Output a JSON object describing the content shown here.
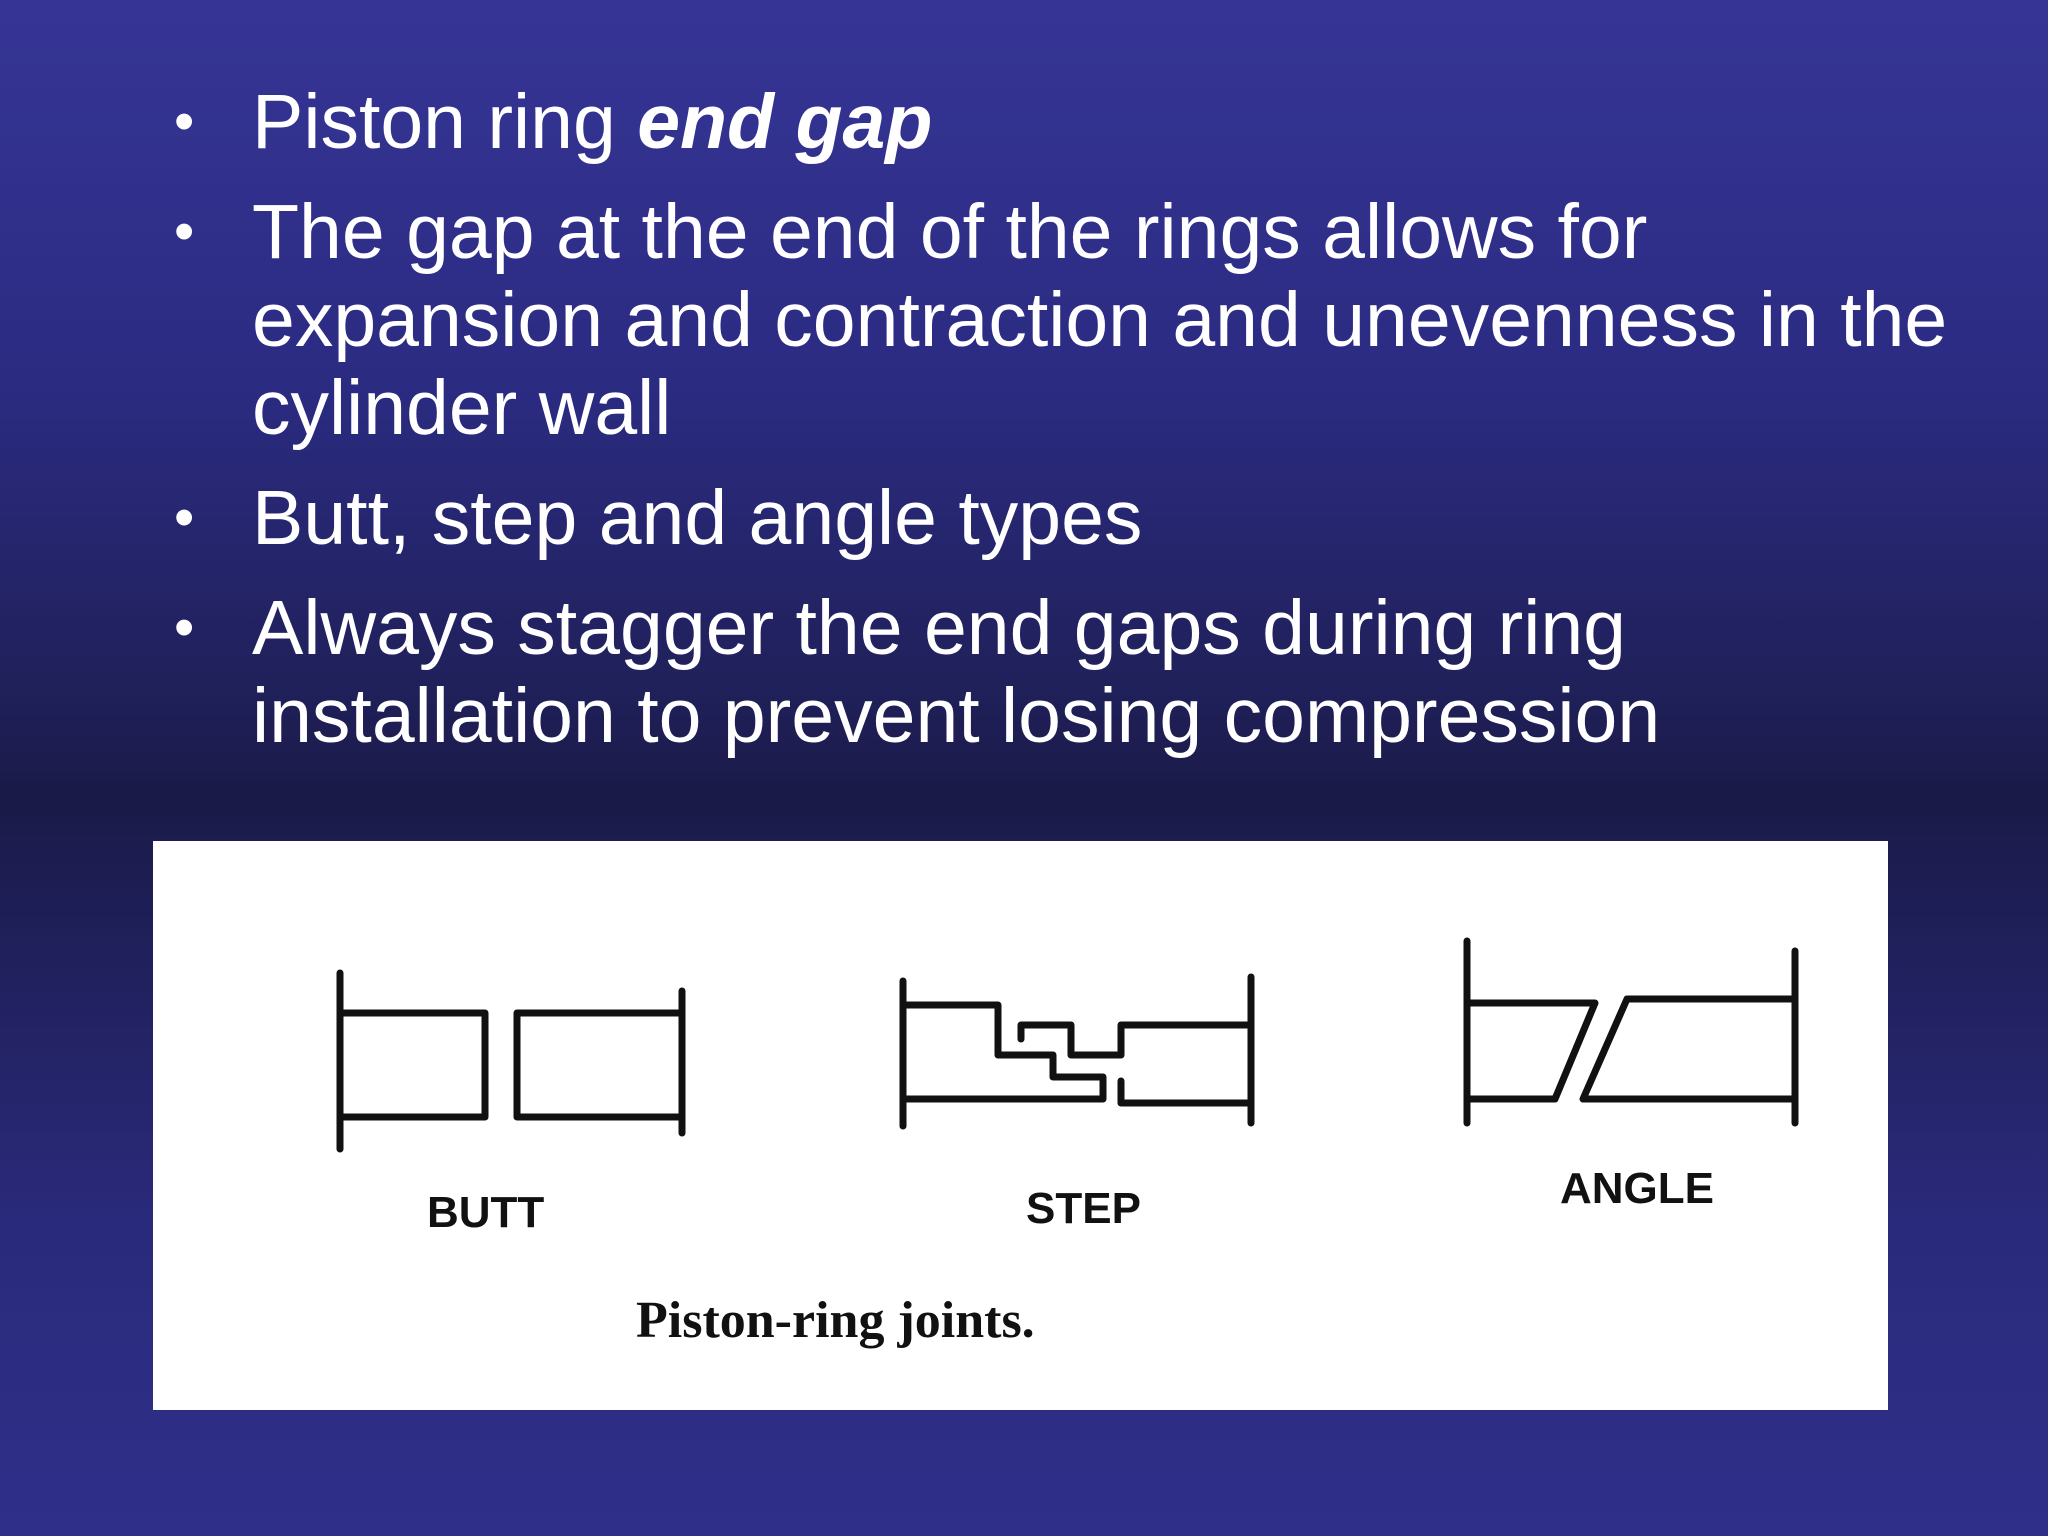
{
  "slide": {
    "bullets": [
      {
        "text": "Piston ring ",
        "emphasis": "end gap"
      },
      {
        "text": "The gap at the end of the rings allows for expansion and contraction and unevenness in the cylinder wall"
      },
      {
        "text": "Butt, step and angle types"
      },
      {
        "text": "Always stagger the end gaps during ring installation to prevent losing compression"
      }
    ],
    "bullet_glyph": "•"
  },
  "figure": {
    "joints": [
      {
        "label": "BUTT"
      },
      {
        "label": "STEP"
      },
      {
        "label": "ANGLE"
      }
    ],
    "caption": "Piston-ring joints."
  },
  "colors": {
    "background_top": "#363596",
    "background_mid": "#1a1a48",
    "text": "#ffffff",
    "figure_background": "#ffffff",
    "ink": "#111111"
  }
}
